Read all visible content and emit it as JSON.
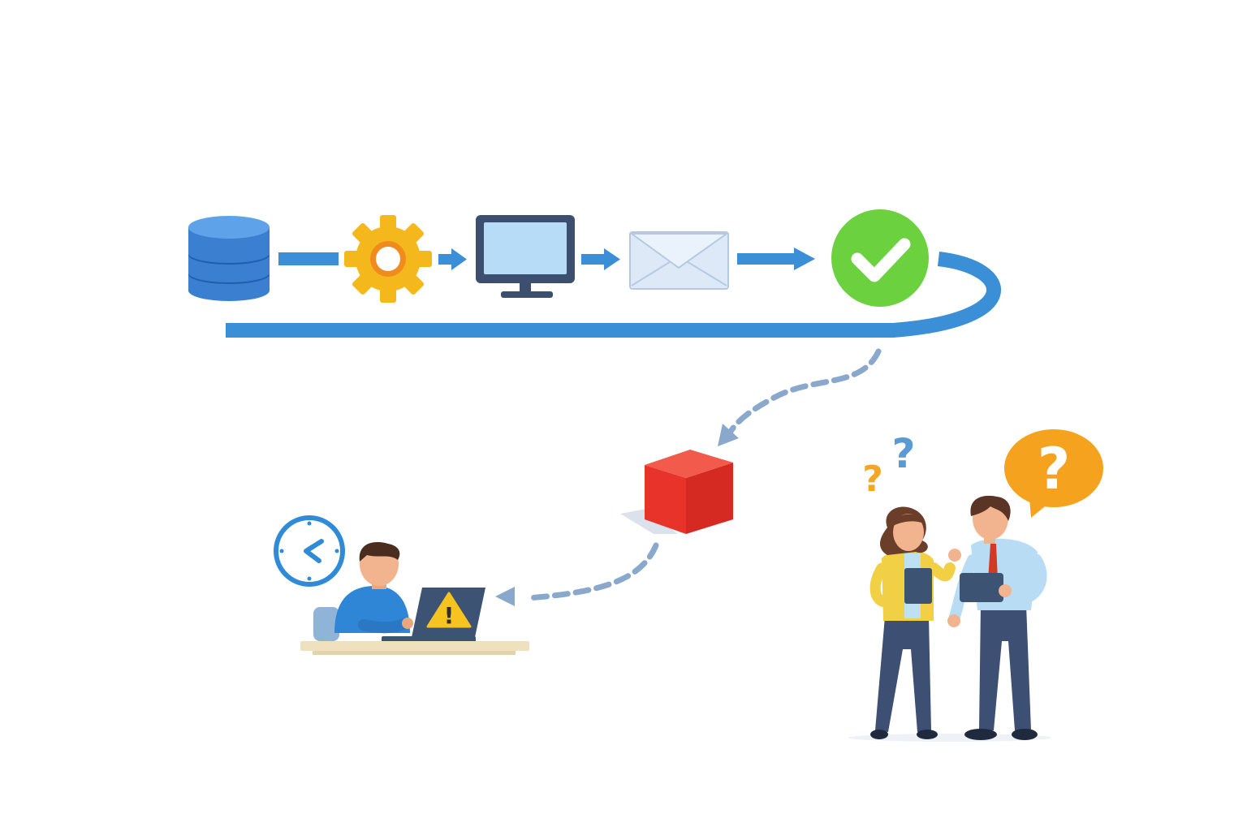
{
  "diagram": {
    "pipeline": {
      "steps": [
        {
          "id": "database",
          "icon": "database-icon"
        },
        {
          "id": "process",
          "icon": "gear-icon"
        },
        {
          "id": "display",
          "icon": "monitor-icon"
        },
        {
          "id": "notify",
          "icon": "envelope-icon"
        },
        {
          "id": "success",
          "icon": "checkmark-icon"
        }
      ],
      "flow_color": "#3a8fd6",
      "loop_color": "#3a8fd6"
    },
    "failure": {
      "icon": "red-cube-icon",
      "path_color": "#8aa8cc",
      "cube_color": "#e8332a"
    },
    "developer": {
      "icons": [
        "clock-icon",
        "laptop-icon",
        "warning-icon"
      ],
      "warning_glyph": "!"
    },
    "team": {
      "question_glyph": "?",
      "question_colors": [
        "#f5a623",
        "#5b9bd5",
        "#f5a623"
      ]
    }
  }
}
